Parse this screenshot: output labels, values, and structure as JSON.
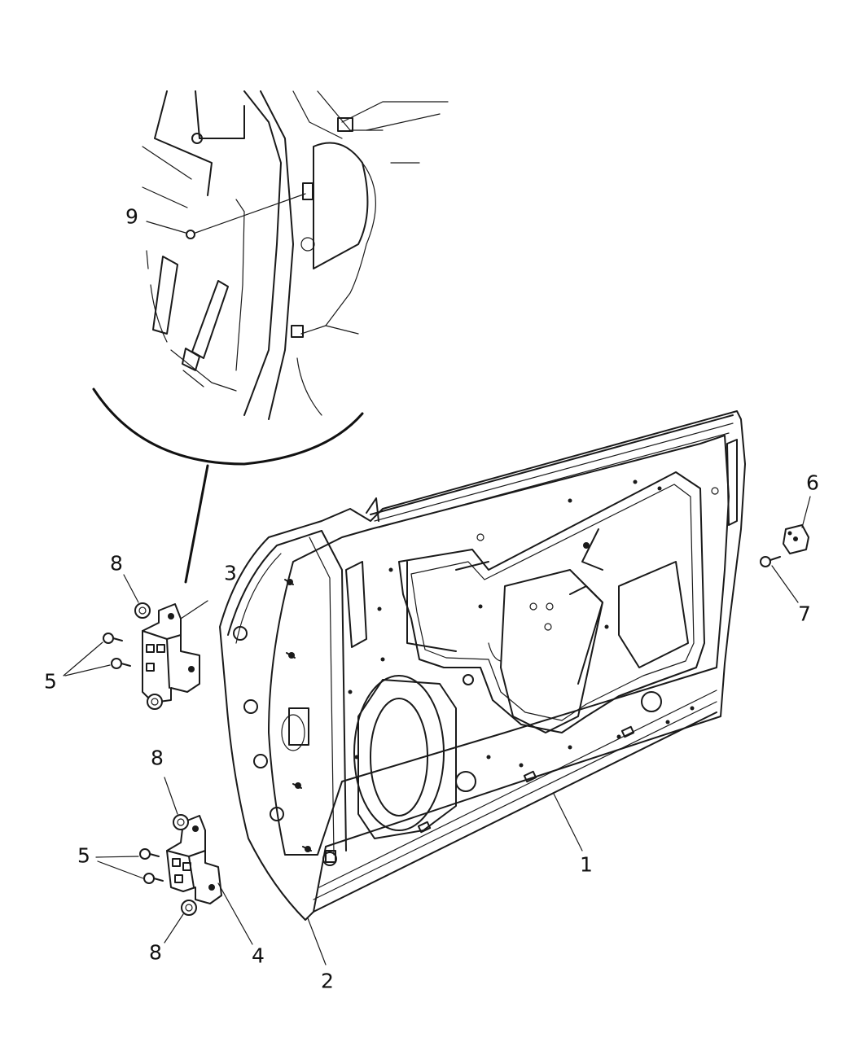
{
  "diagram": {
    "callouts": [
      {
        "id": "c1",
        "label": "1"
      },
      {
        "id": "c2",
        "label": "2"
      },
      {
        "id": "c3",
        "label": "3"
      },
      {
        "id": "c4",
        "label": "4"
      },
      {
        "id": "c5a",
        "label": "5"
      },
      {
        "id": "c5b",
        "label": "5"
      },
      {
        "id": "c6",
        "label": "6"
      },
      {
        "id": "c7",
        "label": "7"
      },
      {
        "id": "c8a",
        "label": "8"
      },
      {
        "id": "c8b",
        "label": "8"
      },
      {
        "id": "c8c",
        "label": "8"
      },
      {
        "id": "c9",
        "label": "9"
      }
    ]
  }
}
